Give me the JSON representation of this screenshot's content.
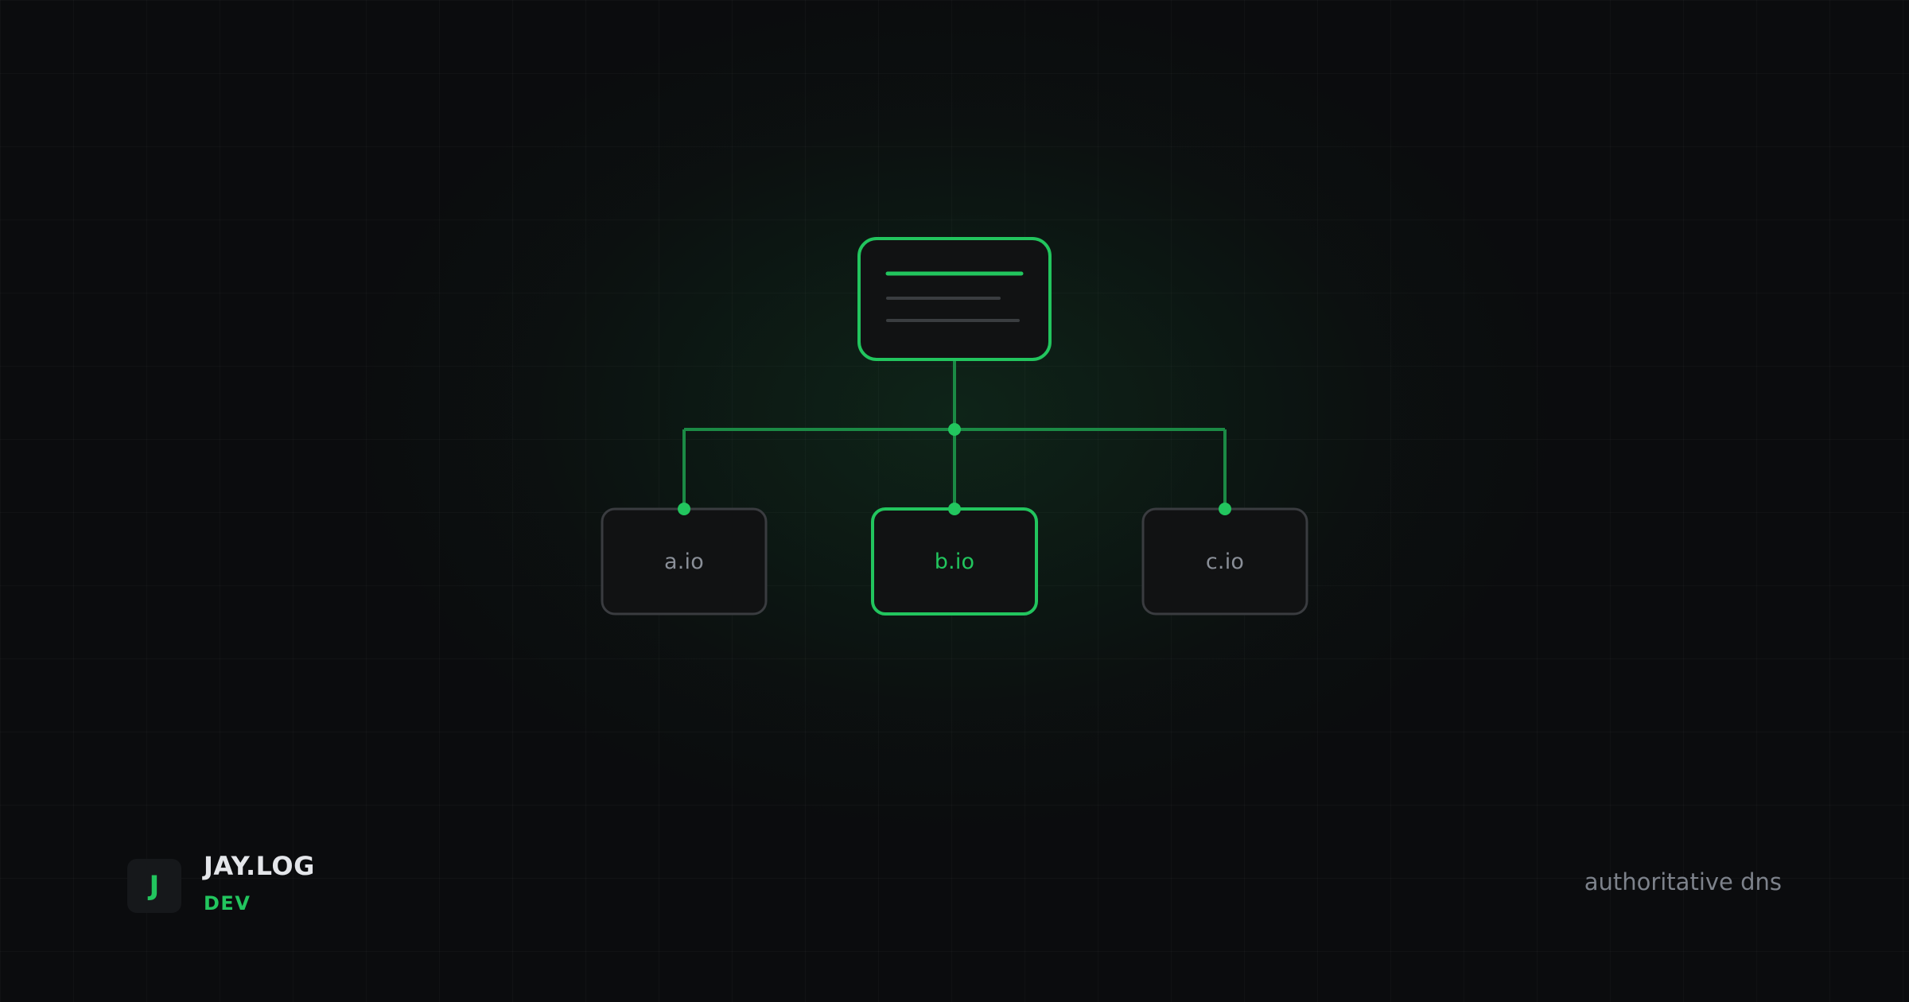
{
  "diagram": {
    "root": {
      "icon": "document-icon"
    },
    "children": [
      {
        "label": "a.io",
        "active": false
      },
      {
        "label": "b.io",
        "active": true
      },
      {
        "label": "c.io",
        "active": false
      }
    ]
  },
  "brand": {
    "initial": "J",
    "name": "JAY.LOG",
    "tag": "DEV"
  },
  "topic": "authoritative dns",
  "colors": {
    "background": "#0b0c0e",
    "accent": "#22c55e",
    "node_fill": "#111213",
    "inactive_border": "#3a3c40",
    "inactive_text": "#8a8f98",
    "connector": "#1b8a45"
  }
}
